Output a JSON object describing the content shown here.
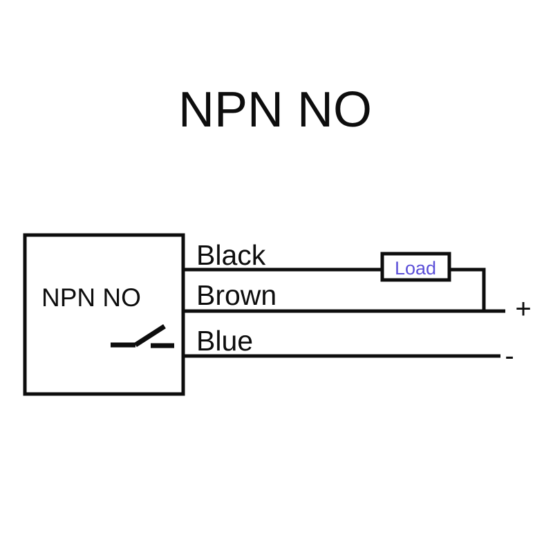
{
  "diagram": {
    "title": "NPN NO",
    "background_color": "#ffffff",
    "line_color": "#0d0d0d",
    "sensor": {
      "label": "NPN NO",
      "switch_symbol_name": "normally-open-contact"
    },
    "wires": [
      {
        "label": "Black",
        "terminal": "output"
      },
      {
        "label": "Brown",
        "terminal": "positive-supply"
      },
      {
        "label": "Blue",
        "terminal": "negative-supply"
      }
    ],
    "load": {
      "label": "Load",
      "text_color": "#5b4fd8"
    },
    "polarity": {
      "positive": "+",
      "negative": "-"
    }
  }
}
